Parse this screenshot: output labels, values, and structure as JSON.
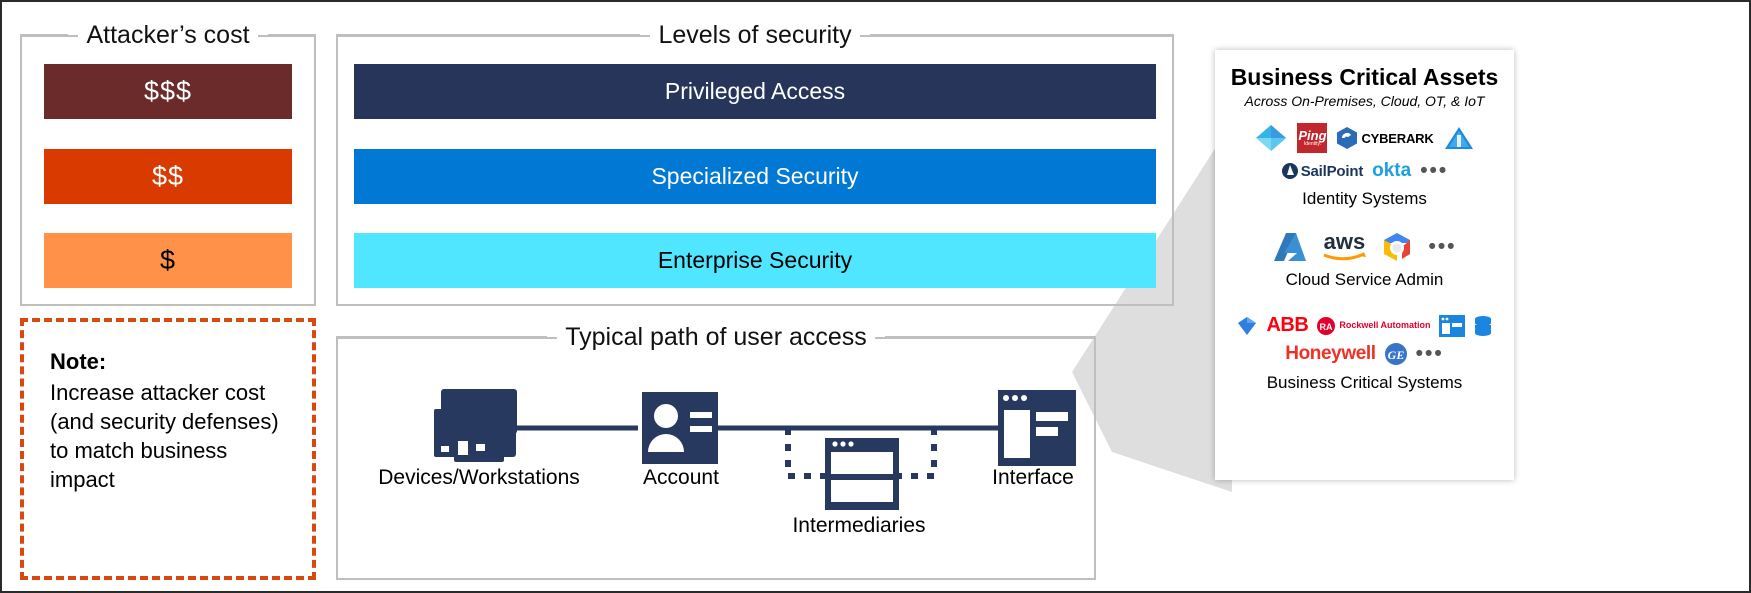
{
  "attacker": {
    "title": "Attacker’s cost",
    "bars": [
      {
        "label": "$$$",
        "color": "#6B2B2B",
        "text_color": "#ffffff",
        "name": "cost-bar-high"
      },
      {
        "label": "$$",
        "color": "#D93A00",
        "text_color": "#ffffff",
        "name": "cost-bar-medium"
      },
      {
        "label": "$",
        "color": "#FF9248",
        "text_color": "#000000",
        "name": "cost-bar-low"
      }
    ]
  },
  "levels": {
    "title": "Levels of security",
    "bars": [
      {
        "label": "Privileged Access",
        "color": "#27355B",
        "text_color": "#ffffff",
        "name": "level-bar-privileged-access"
      },
      {
        "label": "Specialized Security",
        "color": "#0078D4",
        "text_color": "#ffffff",
        "name": "level-bar-specialized-security"
      },
      {
        "label": "Enterprise Security",
        "color": "#50E6FF",
        "text_color": "#000000",
        "name": "level-bar-enterprise-security"
      }
    ]
  },
  "note": {
    "heading": "Note:",
    "body": "Increase attacker cost (and security defenses) to match business impact",
    "border_color": "#D9480F"
  },
  "path": {
    "title": "Typical path of user access",
    "nodes": [
      {
        "id": "devices",
        "label": "Devices/Workstations",
        "icon": "workstation-icon"
      },
      {
        "id": "account",
        "label": "Account",
        "icon": "account-badge-icon"
      },
      {
        "id": "intermediaries",
        "label": "Intermediaries",
        "icon": "server-icon"
      },
      {
        "id": "interface",
        "label": "Interface",
        "icon": "browser-window-icon"
      }
    ],
    "icon_color": "#27395F"
  },
  "assets": {
    "title": "Business Critical Assets",
    "subtitle": "Across On-Premises, Cloud, OT, & IoT",
    "groups": [
      {
        "label": "Identity Systems",
        "logos": [
          {
            "name": "azure-ad-logo",
            "text": ""
          },
          {
            "name": "ping-identity-logo",
            "text": "Ping"
          },
          {
            "name": "cyberark-logo",
            "text": "CYBERARK"
          },
          {
            "name": "aws-iam-logo",
            "text": ""
          },
          {
            "name": "sailpoint-logo",
            "text": "SailPoint"
          },
          {
            "name": "okta-logo",
            "text": "okta"
          },
          {
            "name": "more-ellipsis",
            "text": "•••"
          }
        ]
      },
      {
        "label": "Cloud Service Admin",
        "logos": [
          {
            "name": "azure-logo",
            "text": ""
          },
          {
            "name": "aws-logo",
            "text": "aws"
          },
          {
            "name": "google-cloud-logo",
            "text": ""
          },
          {
            "name": "more-ellipsis",
            "text": "•••"
          }
        ]
      },
      {
        "label": "Business Critical Systems",
        "logos": [
          {
            "name": "sap-logo",
            "text": ""
          },
          {
            "name": "abb-logo",
            "text": "ABB"
          },
          {
            "name": "rockwell-automation-logo",
            "text": "Rockwell Automation"
          },
          {
            "name": "app-window-logo",
            "text": ""
          },
          {
            "name": "database-logo",
            "text": ""
          },
          {
            "name": "honeywell-logo",
            "text": "Honeywell"
          },
          {
            "name": "ge-logo",
            "text": "GE"
          },
          {
            "name": "more-ellipsis",
            "text": "•••"
          }
        ]
      }
    ]
  },
  "colors": {
    "frame_border": "#BFBFBF",
    "outer_border": "#2A2A2A",
    "funnel": "#DEDEDE",
    "navy": "#27395F"
  }
}
